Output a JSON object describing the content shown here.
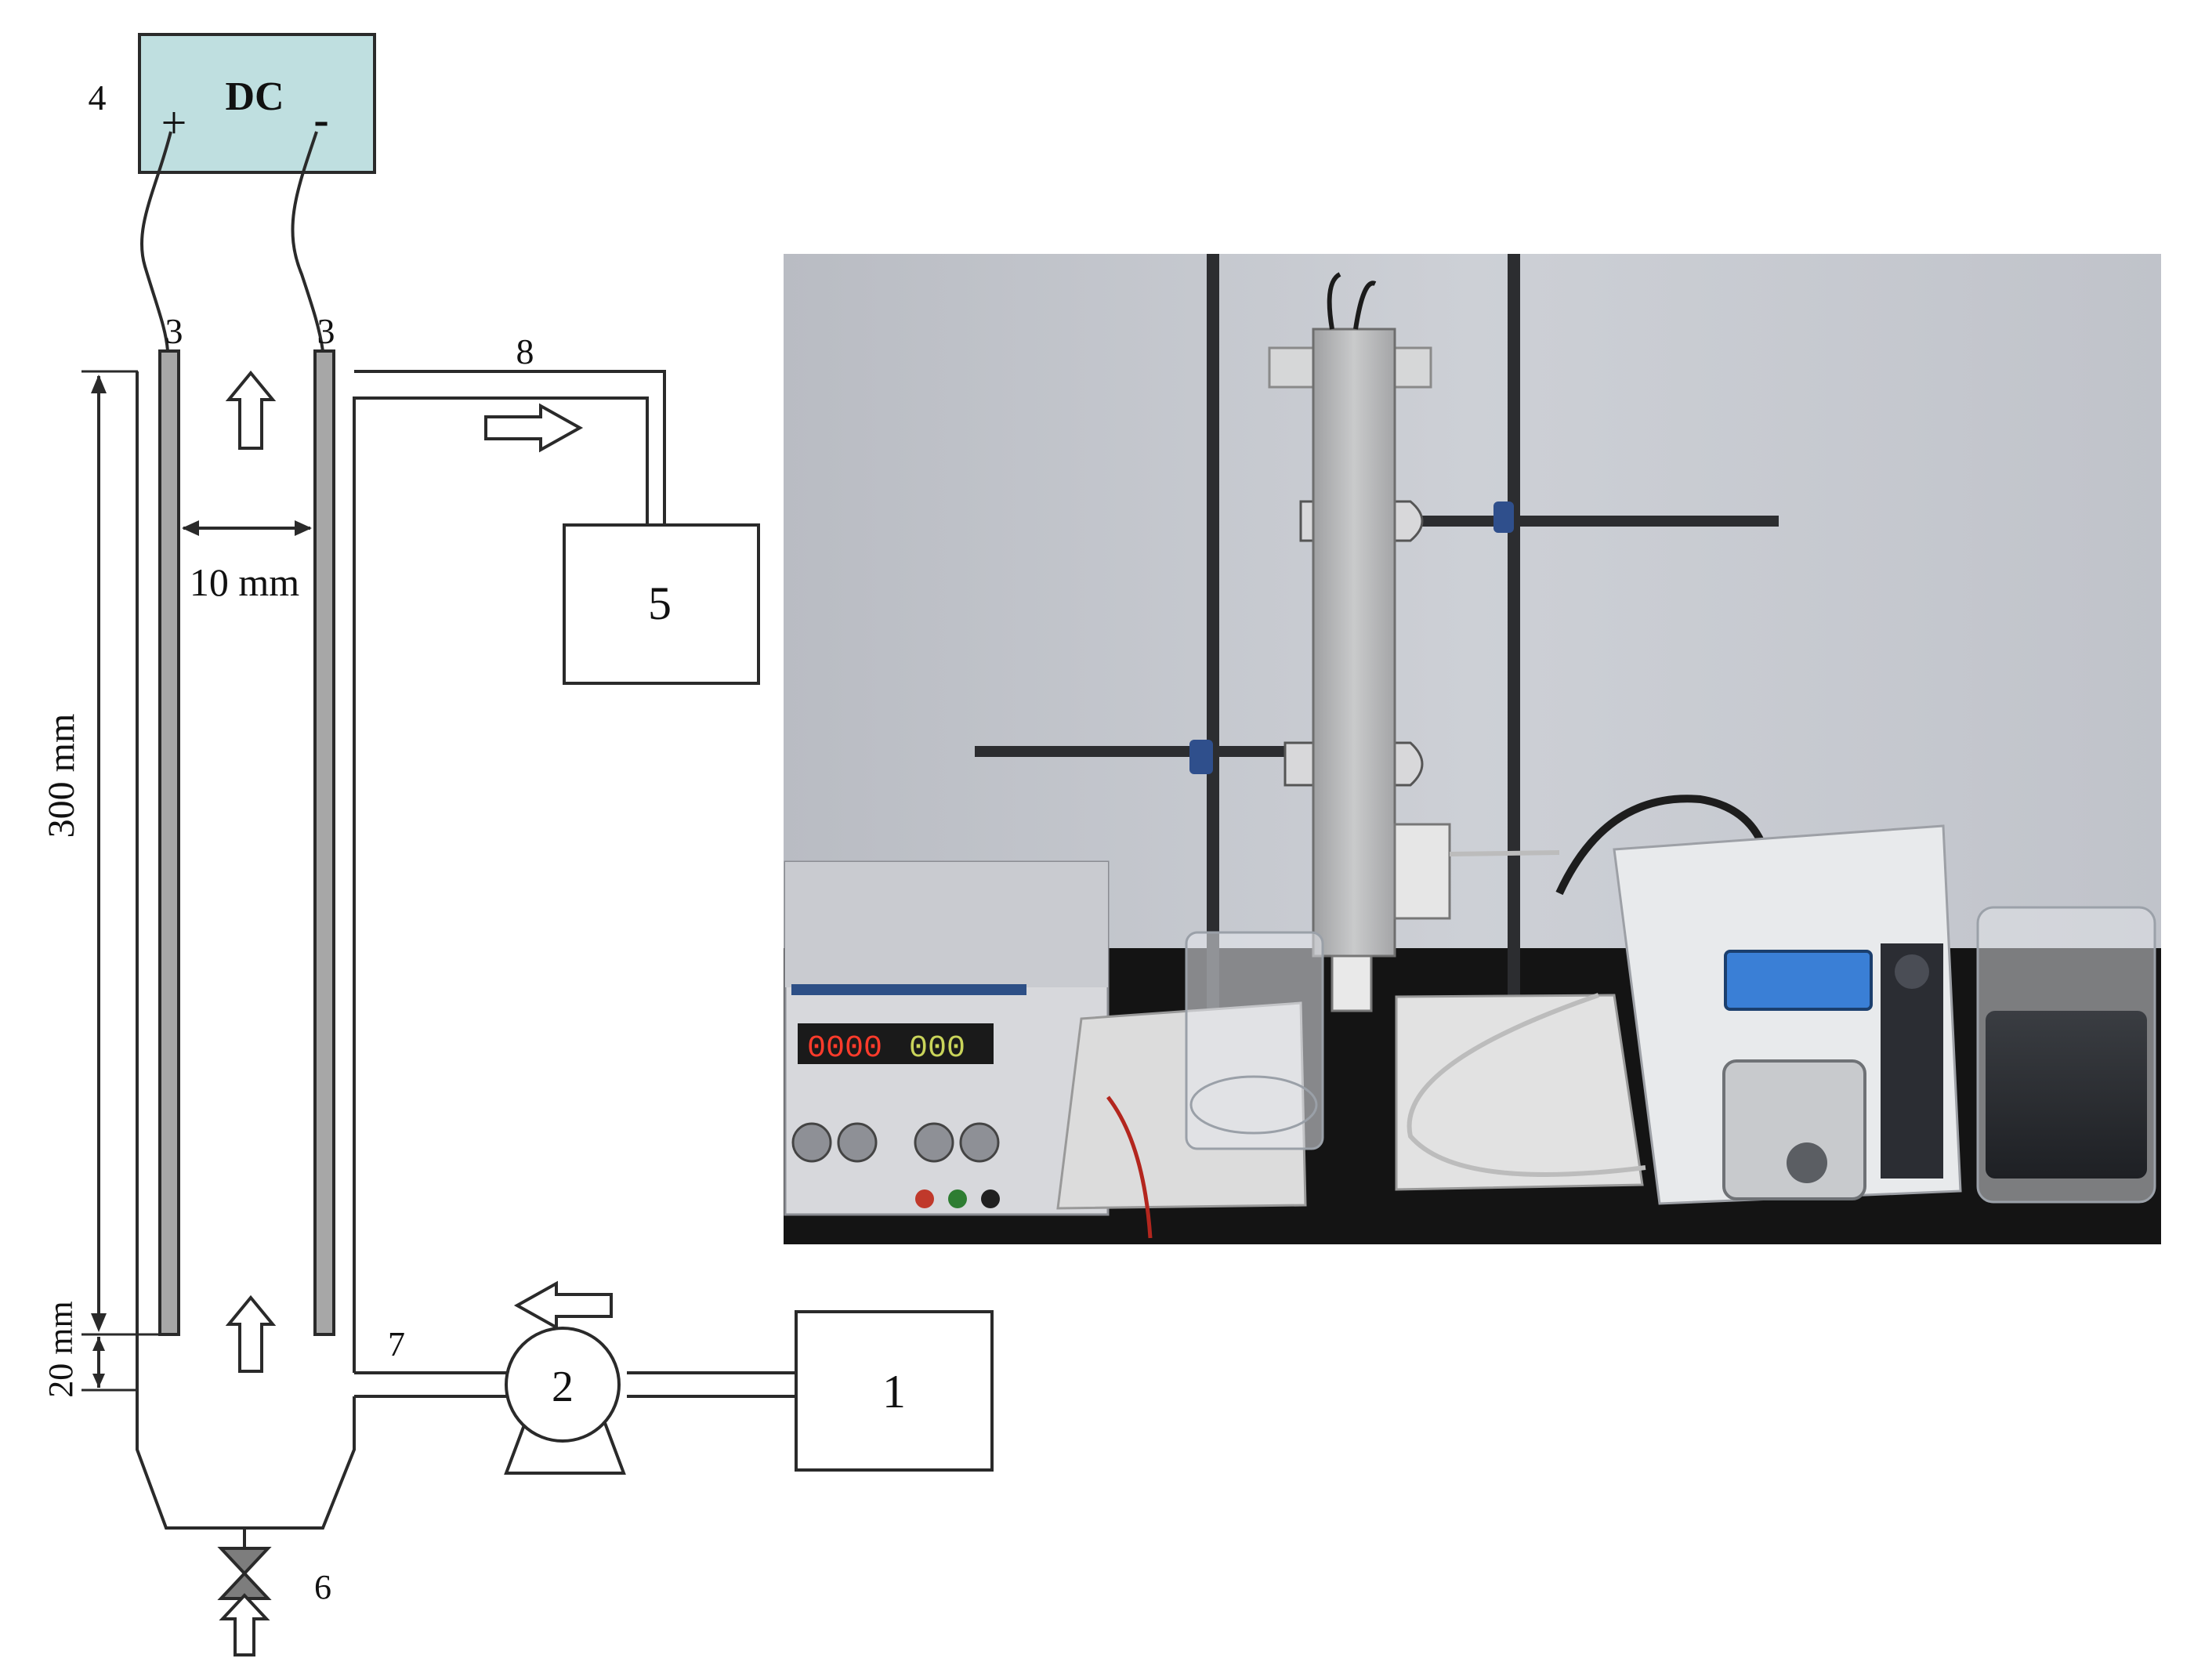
{
  "schematic": {
    "dc_label": "DC",
    "dc_plus": "+",
    "dc_minus": "-",
    "labels": {
      "n1": "1",
      "n2": "2",
      "n3_left": "3",
      "n3_right": "3",
      "n4": "4",
      "n5": "5",
      "n6": "6",
      "n7": "7",
      "n8": "8"
    },
    "dimensions": {
      "gap": "10 mm",
      "height": "300 mm",
      "offset": "20 mm"
    }
  },
  "photo": {
    "power_supply_display_left": "0000",
    "power_supply_display_right": "000"
  },
  "colors": {
    "dc_box_fill": "#bfdfe0",
    "electrode_fill": "#a7a7a7",
    "line": "#2a2a2a",
    "photo_wall": "#c3c6cc",
    "display_red": "#ff3b2b",
    "display_green": "#c9d45a",
    "pump_screen": "#3a7fd6"
  }
}
